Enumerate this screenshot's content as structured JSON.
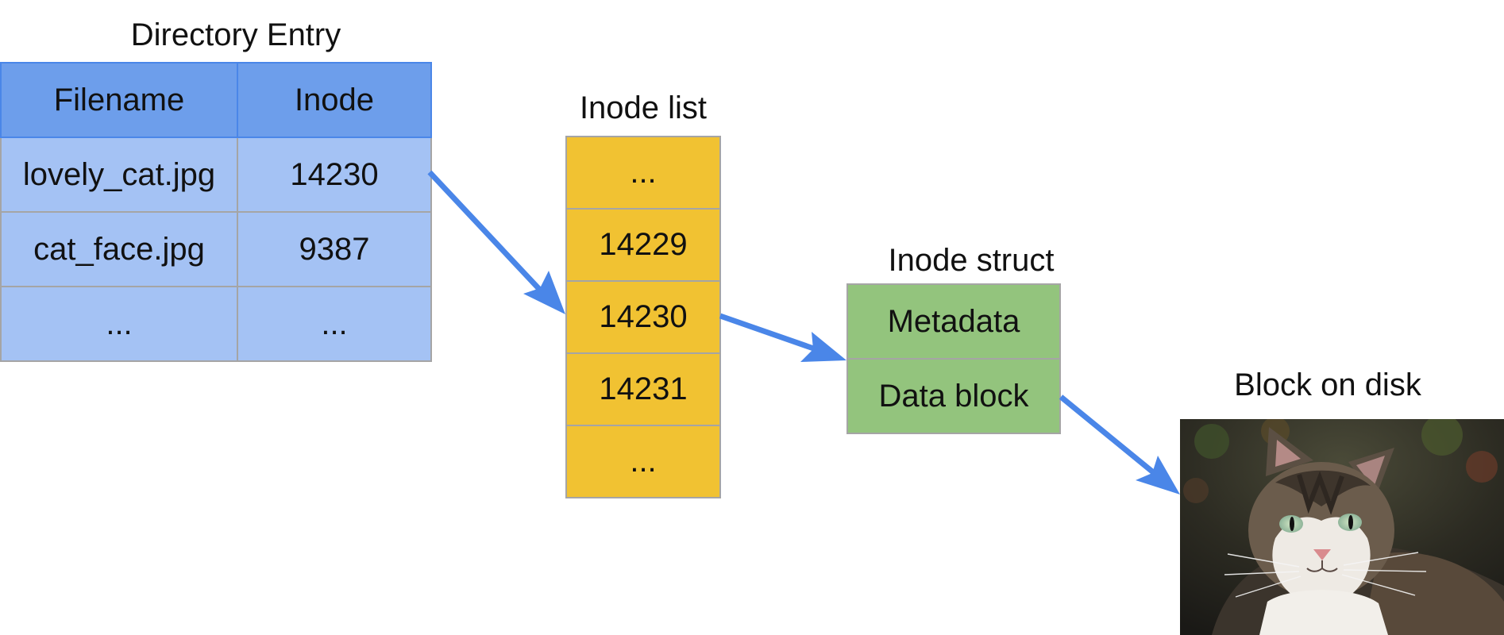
{
  "directory_entry": {
    "title": "Directory Entry",
    "headers": [
      "Filename",
      "Inode"
    ],
    "rows": [
      [
        "lovely_cat.jpg",
        "14230"
      ],
      [
        "cat_face.jpg",
        "9387"
      ],
      [
        "...",
        "..."
      ]
    ]
  },
  "inode_list": {
    "title": "Inode list",
    "items": [
      "...",
      "14229",
      "14230",
      "14231",
      "..."
    ]
  },
  "inode_struct": {
    "title": "Inode struct",
    "fields": [
      "Metadata",
      "Data block"
    ]
  },
  "block_on_disk": {
    "title": "Block on disk",
    "image": "cat-photo"
  },
  "colors": {
    "header_blue": "#6d9eeb",
    "row_blue": "#a4c2f4",
    "inode_yellow": "#f1c232",
    "struct_green": "#93c47d",
    "arrow_blue": "#4a86e8"
  }
}
